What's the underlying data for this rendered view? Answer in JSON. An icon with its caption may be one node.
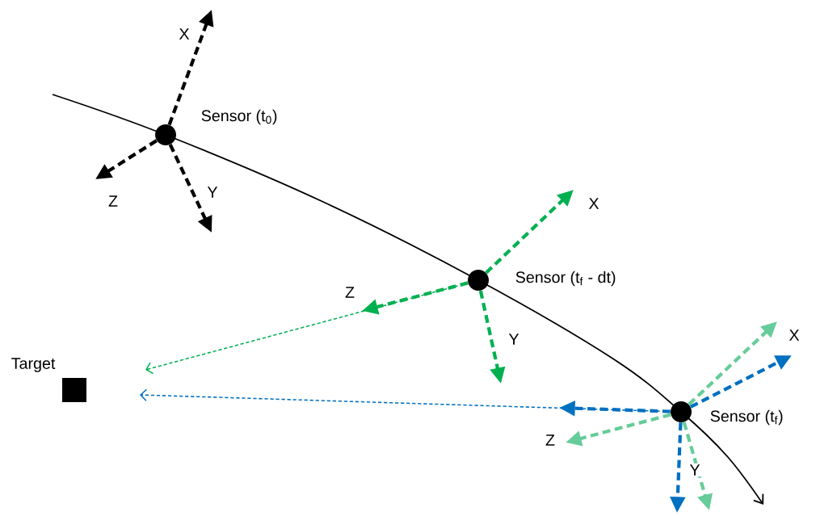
{
  "diagram": {
    "nodes": [
      {
        "text": [],
        "shape": "circle",
        "beside": [
          "Sensor (t$_{0}$)"
        ]
      },
      {
        "text": [],
        "shape": "circle",
        "beside": [
          "Sensor (t$_{f}$ - dt)"
        ]
      },
      {
        "text": [],
        "shape": "circle",
        "beside": [
          "Sensor (t$_{f}$)"
        ]
      },
      {
        "text": [],
        "shape": "box",
        "beside": [
          "Target"
        ]
      }
    ],
    "edges": [
      {
        "from": 0,
        "to": null,
        "arrow": "to",
        "label": "X",
        "style": "dashed",
        "color": "#000000"
      },
      {
        "from": 0,
        "to": null,
        "arrow": "to",
        "label": "Y",
        "style": "dashed",
        "color": "#000000"
      },
      {
        "from": 0,
        "to": null,
        "arrow": "to",
        "label": "Z",
        "style": "dashed",
        "color": "#000000"
      },
      {
        "from": 1,
        "to": null,
        "arrow": "to",
        "label": "X",
        "style": "dashed",
        "color": "#00b050"
      },
      {
        "from": 1,
        "to": null,
        "arrow": "to",
        "label": "Y",
        "style": "dashed",
        "color": "#00b050"
      },
      {
        "from": 1,
        "to": null,
        "arrow": "to",
        "label": "Z",
        "style": "dashed",
        "color": "#00b050"
      },
      {
        "from": 2,
        "to": null,
        "arrow": "to",
        "style": "dashed",
        "color": "#66cc99"
      },
      {
        "from": 2,
        "to": null,
        "arrow": "to",
        "label": "X",
        "style": "dashed",
        "color": "#0070c0"
      },
      {
        "from": 2,
        "to": null,
        "arrow": "to",
        "label": "Y",
        "style": "dashed",
        "color": "#0070c0"
      },
      {
        "from": 2,
        "to": null,
        "arrow": "to",
        "style": "dashed",
        "color": "#66cc99"
      },
      {
        "from": 2,
        "to": null,
        "arrow": "to",
        "style": "dashed",
        "color": "#0070c0"
      },
      {
        "from": 2,
        "to": null,
        "arrow": "to",
        "label": "Z",
        "style": "dashed",
        "color": "#66cc99"
      },
      {
        "from": 1,
        "to": null,
        "arrow": "to",
        "style": "dashed",
        "color": "#00b050"
      },
      {
        "from": 2,
        "to": null,
        "arrow": "to",
        "style": "dashed",
        "color": "#0070c0"
      }
    ]
  }
}
